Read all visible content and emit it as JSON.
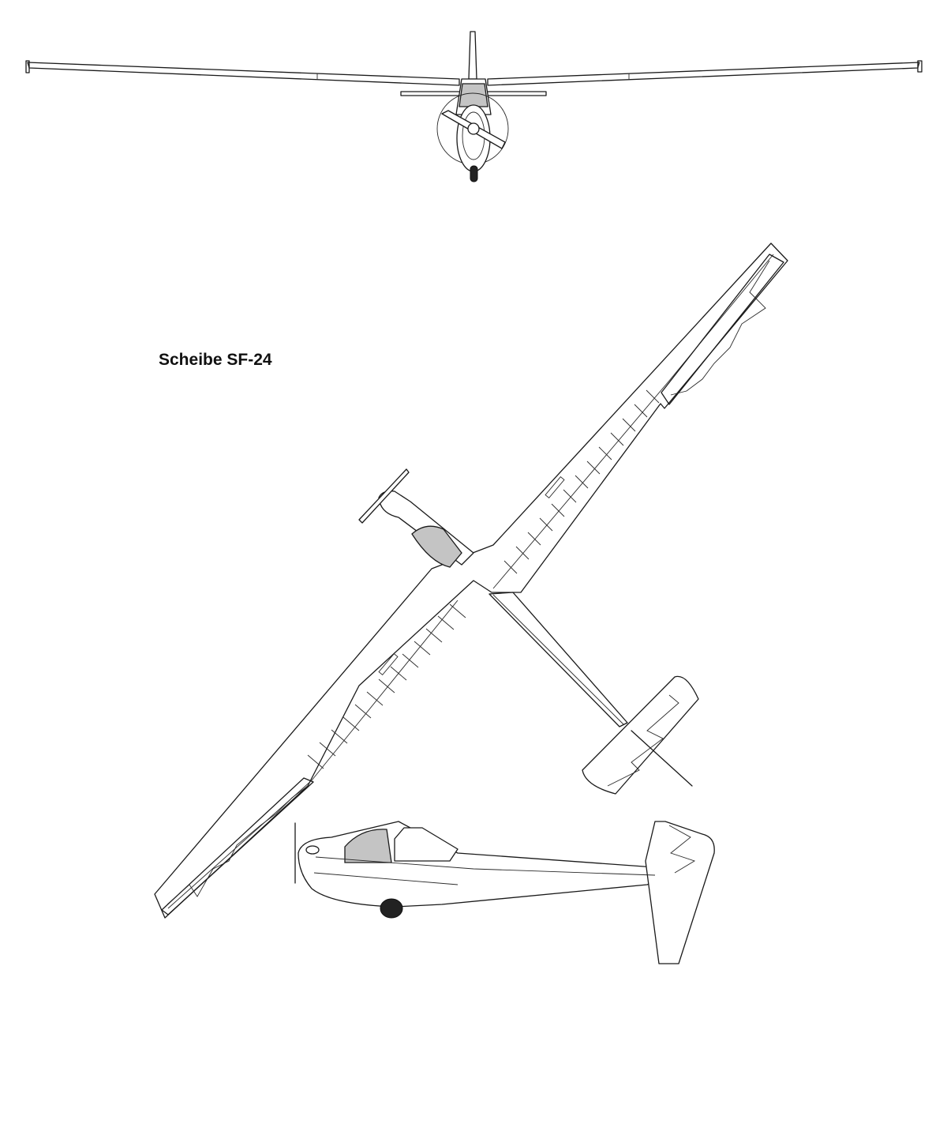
{
  "title": "Scheibe SF-24",
  "views": {
    "front": "front-view",
    "top": "top-view",
    "side": "side-view"
  },
  "colors": {
    "line": "#1a1a1a",
    "canopy_fill": "#c4c4c4",
    "background": "#ffffff"
  }
}
